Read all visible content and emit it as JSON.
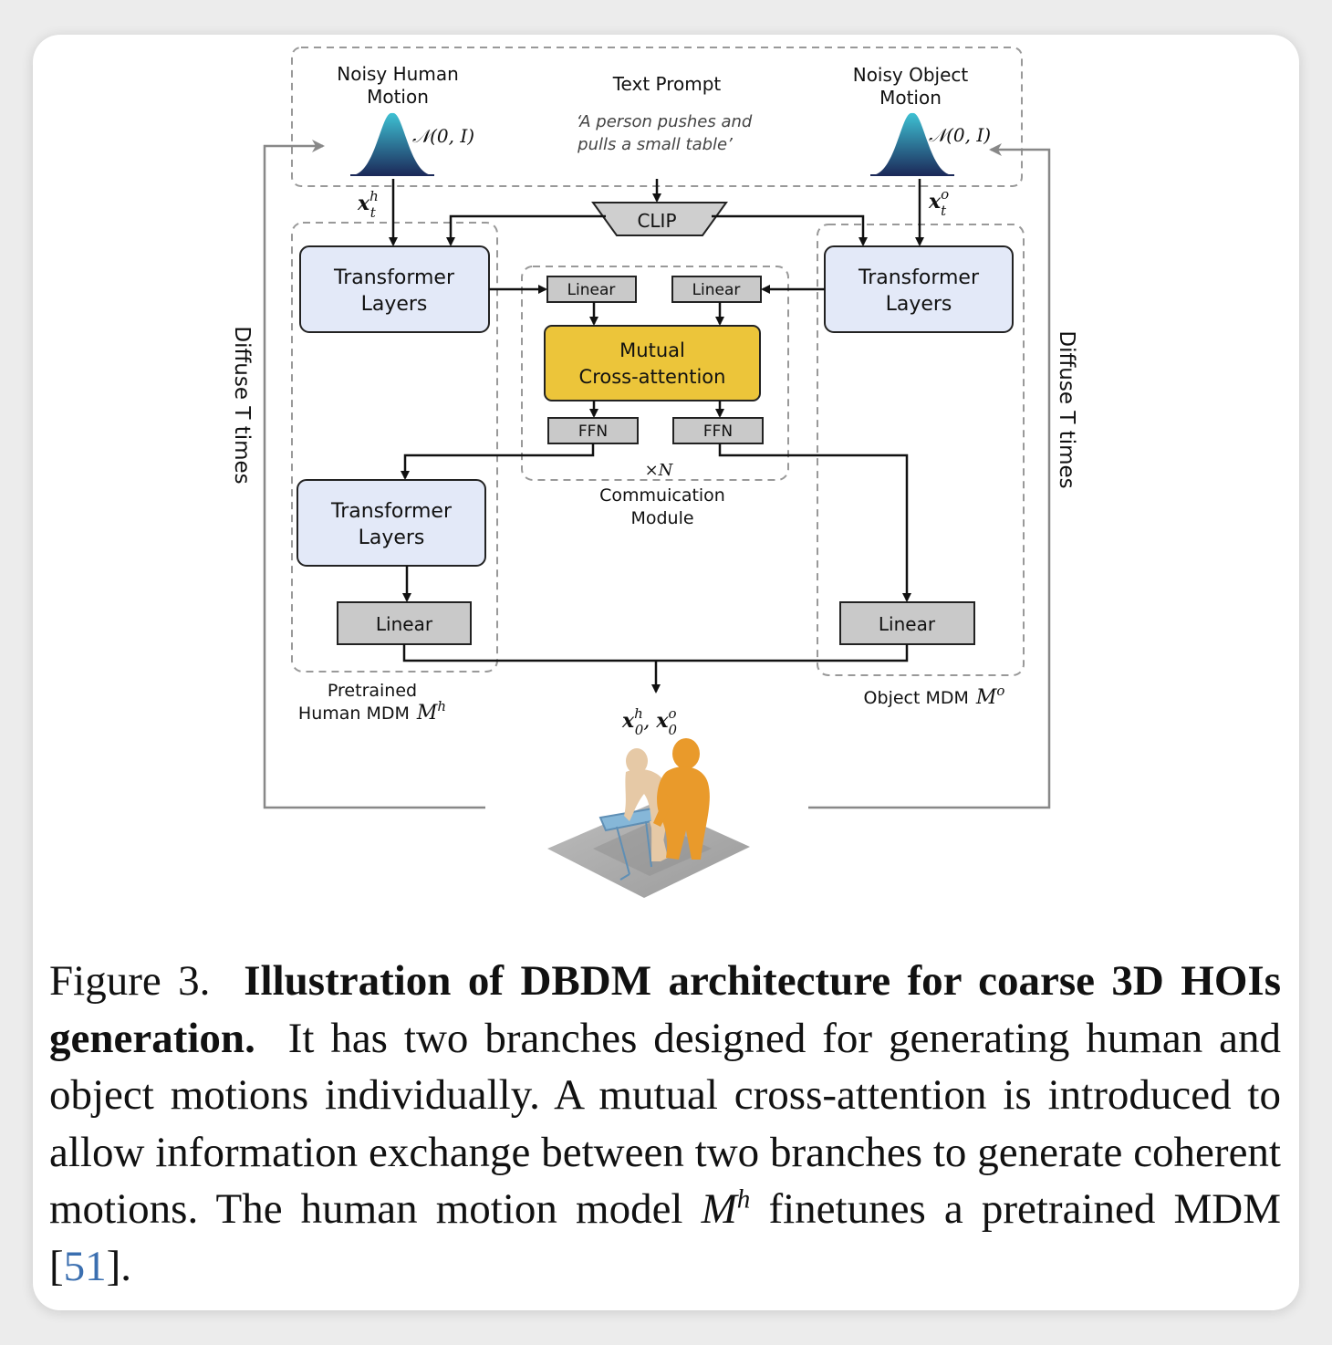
{
  "inputs": {
    "noisy_human": [
      "Noisy Human",
      "Motion"
    ],
    "noisy_object": [
      "Noisy Object",
      "Motion"
    ],
    "gaussian_label": "𝒩(0, I)",
    "text_prompt_title": "Text Prompt",
    "text_prompt": [
      "‘A person pushes and",
      "pulls a small table’"
    ],
    "xth": "x",
    "xth_sup": "h",
    "xth_sub": "t",
    "xto_sup": "o",
    "xto_sub": "t"
  },
  "clip_label": "CLIP",
  "human_branch": {
    "transformer_top": [
      "Transformer",
      "Layers"
    ],
    "transformer_bottom": [
      "Transformer",
      "Layers"
    ],
    "linear": "Linear",
    "label": [
      "Pretrained",
      "Human MDM"
    ],
    "model_symbol": "M",
    "model_sup": "h"
  },
  "object_branch": {
    "transformer_top": [
      "Transformer",
      "Layers"
    ],
    "linear": "Linear",
    "label": "Object MDM",
    "model_symbol": "M",
    "model_sup": "o"
  },
  "communication": {
    "linear_left": "Linear",
    "linear_right": "Linear",
    "cross_attention": [
      "Mutual",
      "Cross-attention"
    ],
    "ffn_left": "FFN",
    "ffn_right": "FFN",
    "repeat": "×N",
    "label": [
      "Commuication",
      "Module"
    ]
  },
  "output": {
    "x0": "x",
    "h_sup": "h",
    "o_sup": "o",
    "sub0": "0",
    "sep": ", "
  },
  "diffuse_label": "Diffuse T times",
  "caption": {
    "figure_label": "Figure 3.",
    "title": "Illustration of DBDM architecture for coarse 3D HOIs generation.",
    "body_1": "It has two branches designed for generating human and object motions individually. A mutual cross-attention is introduced to allow information exchange between two branches to generate coherent motions. The human motion model",
    "model_symbol": "M",
    "model_sup": "h",
    "body_2": "finetunes a pretrained MDM [",
    "citation": "51",
    "body_3": "]."
  },
  "colors": {
    "transformer_fill": "#e3e9f8",
    "linear_fill": "#c9c9c9",
    "cross_attention_fill": "#ecc53a",
    "dashed": "#999999",
    "bell_top": "#3ec1d3",
    "bell_bottom": "#1c2a5a",
    "citation": "#3b6fb0"
  }
}
